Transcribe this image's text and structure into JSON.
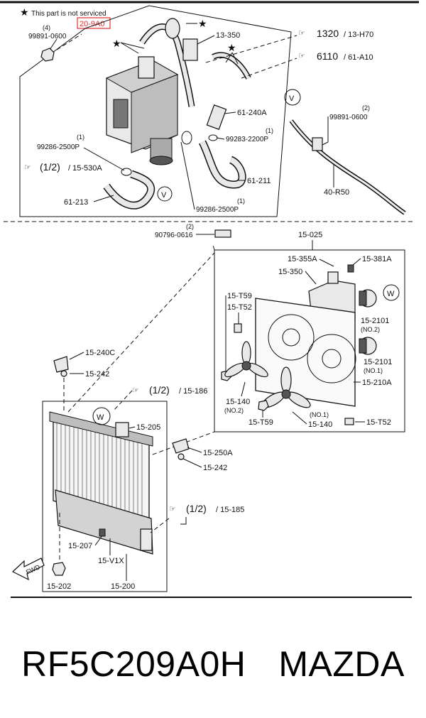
{
  "note": {
    "star": "★",
    "text": "This part is not serviced",
    "highlight": "20-9A0",
    "highlight_color": "#e03030"
  },
  "upper_labels": {
    "p99891_0600_qty": "(4)",
    "p99891_0600": "99891-0600",
    "p13_350": "13-350",
    "ref_1320": "1320",
    "ref_13h70": "/ 13-H70",
    "ref_6110": "6110",
    "ref_61a10": "/ 61-A10",
    "p61_240a": "61-240A",
    "p99283_qty": "(1)",
    "p99283": "99283-2200P",
    "p99286a_qty": "(1)",
    "p99286a": "99286-2500P",
    "ref_half": "(1/2)",
    "ref_15530a": "/ 15-530A",
    "p61_211": "61-211",
    "p61_213": "61-213",
    "p99286b_qty": "(1)",
    "p99286b": "99286-2500P",
    "circle_v": "V",
    "p99891_b_qty": "(2)",
    "p99891_b": "99891-0600",
    "p40_r50": "40-R50"
  },
  "middle_labels": {
    "p90796_qty": "(2)",
    "p90796": "90796-0616",
    "p15_025": "15-025",
    "p15_355a": "15-355A",
    "p15_381a": "15-381A",
    "p15_350": "15-350",
    "p15_t59a": "15-T59",
    "p15_t52a": "15-T52",
    "p15_2101a": "15-2101",
    "p15_2101a_no": "(NO.2)",
    "p15_2101b": "15-2101",
    "p15_2101b_no": "(NO.1)",
    "p15_210a": "15-210A",
    "p15_140a": "15-140",
    "p15_140a_no": "(NO.2)",
    "p15_140b_no": "(NO.1)",
    "p15_140b": "15-140",
    "p15_t59b": "15-T59",
    "p15_t52b": "15-T52",
    "circle_w": "W"
  },
  "lower_labels": {
    "p15_240c": "15-240C",
    "p15_242a": "15-242",
    "ref_half": "(1/2)",
    "ref_15186": "/ 15-186",
    "p15_205": "15-205",
    "p15_250a": "15-250A",
    "p15_242b": "15-242",
    "ref_15185": "/ 15-185",
    "p15_207": "15-207",
    "p15_v1x": "15-V1X",
    "p15_202": "15-202",
    "p15_200": "15-200",
    "fwd": "FWD",
    "circle_w": "W"
  },
  "caption": {
    "part_number": "RF5C209A0H",
    "brand": "MAZDA"
  }
}
